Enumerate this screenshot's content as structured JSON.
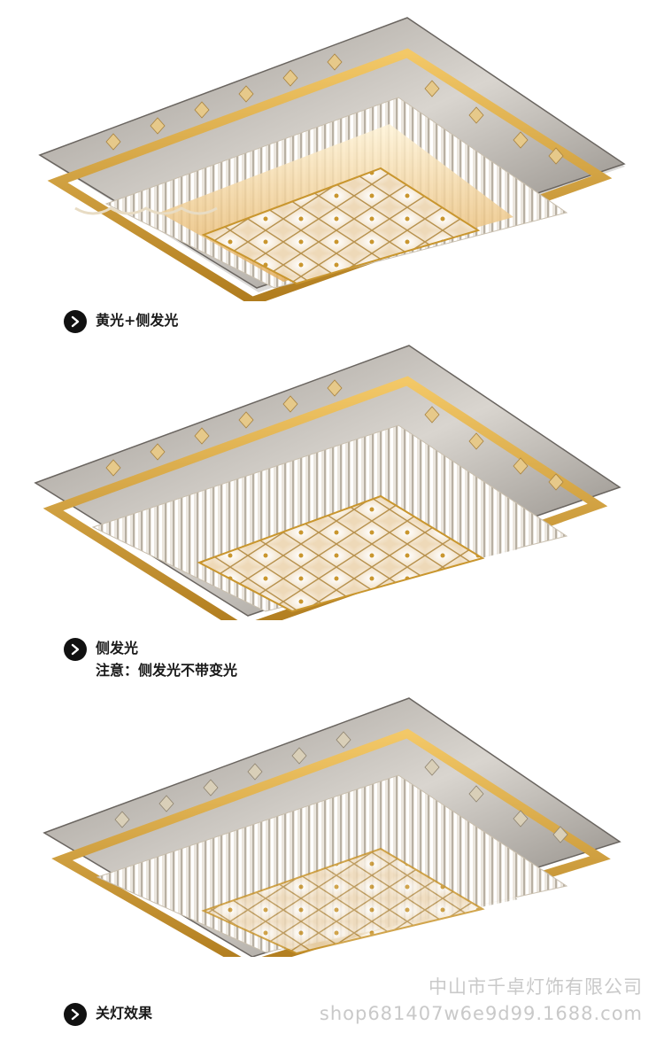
{
  "panels": [
    {
      "caption": "黄光+侧发光",
      "note": ""
    },
    {
      "caption": "侧发光",
      "note": "注意：侧发光不带变光"
    },
    {
      "caption": "关灯效果",
      "note": ""
    }
  ],
  "watermark": {
    "company": "中山市千卓灯饰有限公司",
    "shop": "shop681407w6e9d99.1688.com"
  },
  "colors": {
    "steel": "#8d8986",
    "gold": "#c9962e",
    "crystal": "#e8e3dc",
    "warm_glow": "#e7b766",
    "badge": "#111111"
  }
}
